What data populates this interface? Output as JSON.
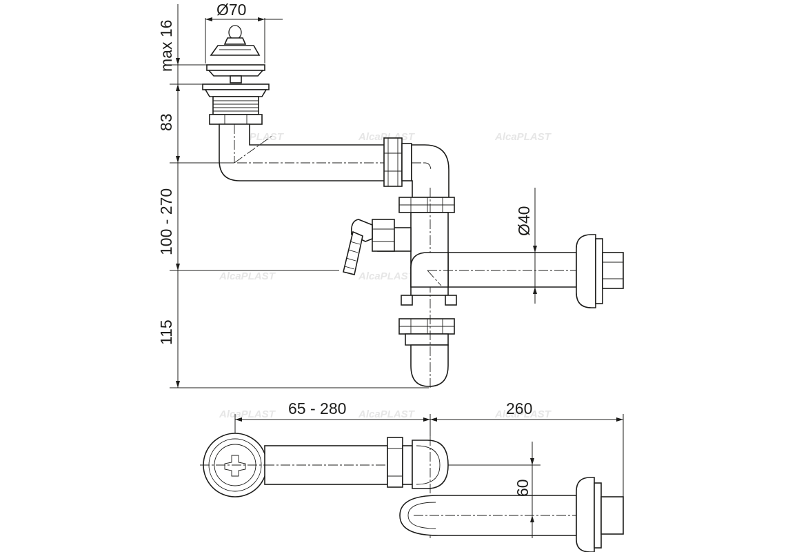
{
  "dimensions": {
    "d70": "Ø70",
    "max16": "max 16",
    "d83": "83",
    "d100_270": "100 - 270",
    "d115": "115",
    "d40": "Ø40",
    "d65_280": "65 - 280",
    "d260": "260",
    "d60": "60"
  },
  "watermark": "AlcaPLAST",
  "colors": {
    "line": "#1d1d1b",
    "watermark": "#e6e6e6",
    "background": "#ffffff"
  }
}
